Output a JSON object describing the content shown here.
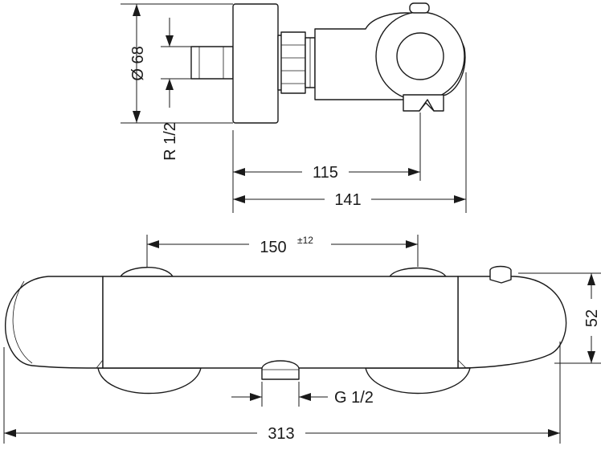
{
  "dimensions": {
    "diameter": "Ø 68",
    "thread_r": "R 1/2",
    "depth_115": "115",
    "depth_141": "141",
    "spacing": "150",
    "spacing_tolerance": "±12",
    "height": "52",
    "thread_g": "G 1/2",
    "width_total": "313"
  }
}
